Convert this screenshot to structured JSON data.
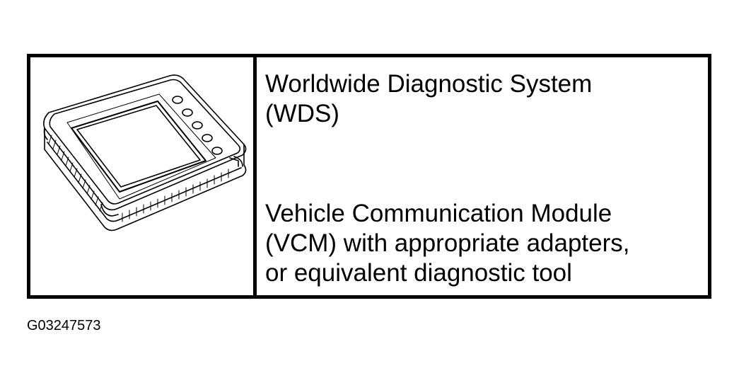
{
  "tools_table": {
    "image_icon": "diagnostic-scan-tool-device",
    "entries": [
      {
        "lines": [
          "Worldwide Diagnostic System",
          "(WDS)"
        ]
      },
      {
        "lines": [
          "Vehicle Communication Module",
          "(VCM) with appropriate adapters,",
          "or equivalent diagnostic tool"
        ]
      }
    ]
  },
  "figure_id": "G03247573"
}
